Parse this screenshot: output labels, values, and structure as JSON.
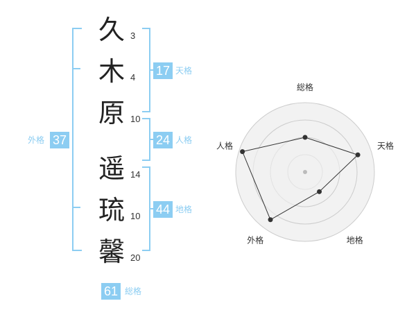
{
  "name": {
    "characters": [
      {
        "char": "久",
        "strokes": "3"
      },
      {
        "char": "木",
        "strokes": "4"
      },
      {
        "char": "原",
        "strokes": "10"
      },
      {
        "char": "遥",
        "strokes": "14"
      },
      {
        "char": "琉",
        "strokes": "10"
      },
      {
        "char": "馨",
        "strokes": "20"
      }
    ]
  },
  "kakusu": {
    "tenkaku": {
      "value": "17",
      "label": "天格"
    },
    "jinkaku": {
      "value": "24",
      "label": "人格"
    },
    "chikaku": {
      "value": "44",
      "label": "地格"
    },
    "gaikaku": {
      "value": "37",
      "label": "外格"
    },
    "soukaku": {
      "value": "61",
      "label": "総格"
    }
  },
  "chart_data": {
    "type": "radar",
    "categories": [
      "総格",
      "天格",
      "地格",
      "外格",
      "人格"
    ],
    "values": [
      0.5,
      0.8,
      0.35,
      0.85,
      0.95
    ],
    "range": [
      0,
      1
    ],
    "rings": 4,
    "colors": {
      "fill": "#f0f0f0",
      "line": "#333333",
      "ring": "#cccccc",
      "point": "#333333"
    }
  }
}
